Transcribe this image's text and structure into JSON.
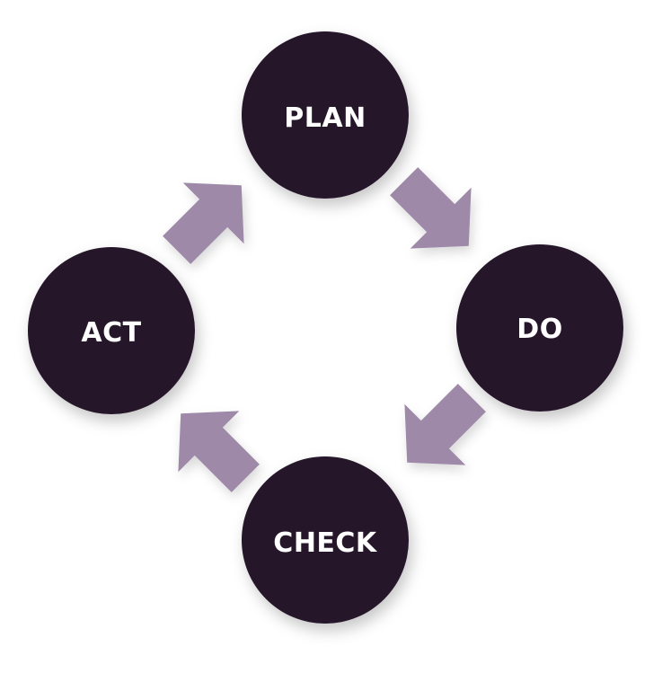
{
  "nodes": {
    "plan": {
      "label": "PLAN"
    },
    "do": {
      "label": "DO"
    },
    "check": {
      "label": "CHECK"
    },
    "act": {
      "label": "ACT"
    }
  },
  "colors": {
    "node_fill": "#25172a",
    "node_text": "#ffffff",
    "arrow_fill": "#9e8aa8",
    "background": "#ffffff"
  },
  "icons": {
    "arrows": [
      "arrow-down-right-icon",
      "arrow-down-left-icon",
      "arrow-up-left-icon",
      "arrow-up-right-icon"
    ]
  }
}
